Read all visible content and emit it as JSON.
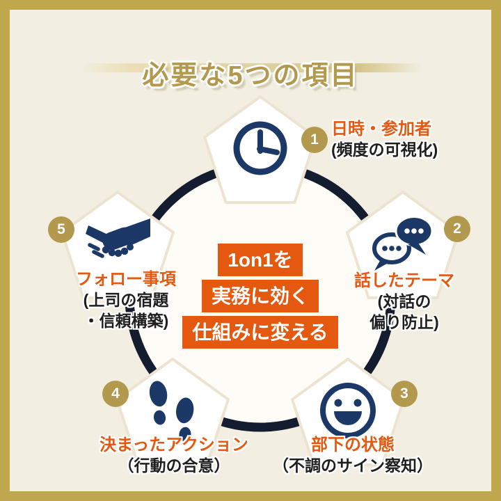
{
  "title": "必要な5つの項目",
  "center_message": {
    "lines": [
      "1on1を",
      "実務に効く",
      "仕組みに変える"
    ]
  },
  "items": [
    {
      "number": "1",
      "icon": "clock-icon",
      "label": "日時・参加者",
      "sublabel_lines": [
        "(頻度の可視化)"
      ]
    },
    {
      "number": "2",
      "icon": "speech-bubbles-icon",
      "label": "話したテーマ",
      "sublabel_lines": [
        "(対話の",
        "偏り防止)"
      ]
    },
    {
      "number": "3",
      "icon": "smiley-face-icon",
      "label": "部下の状態",
      "sublabel_lines": [
        "（不調のサイン察知）"
      ]
    },
    {
      "number": "4",
      "icon": "footprints-icon",
      "label": "決まったアクション",
      "sublabel_lines": [
        "（行動の合意）"
      ]
    },
    {
      "number": "5",
      "icon": "handshake-icon",
      "label": "フォロー事項",
      "sublabel_lines": [
        "(上司の宿題",
        "・信頼構築)"
      ]
    }
  ],
  "colors": {
    "background": "#f2efe2",
    "frame_gold": "#bfa74e",
    "accent_gold": "#b3994d",
    "icon_navy": "#1b3866",
    "ring_navy": "#141c30",
    "accent_orange": "#e4590f"
  }
}
